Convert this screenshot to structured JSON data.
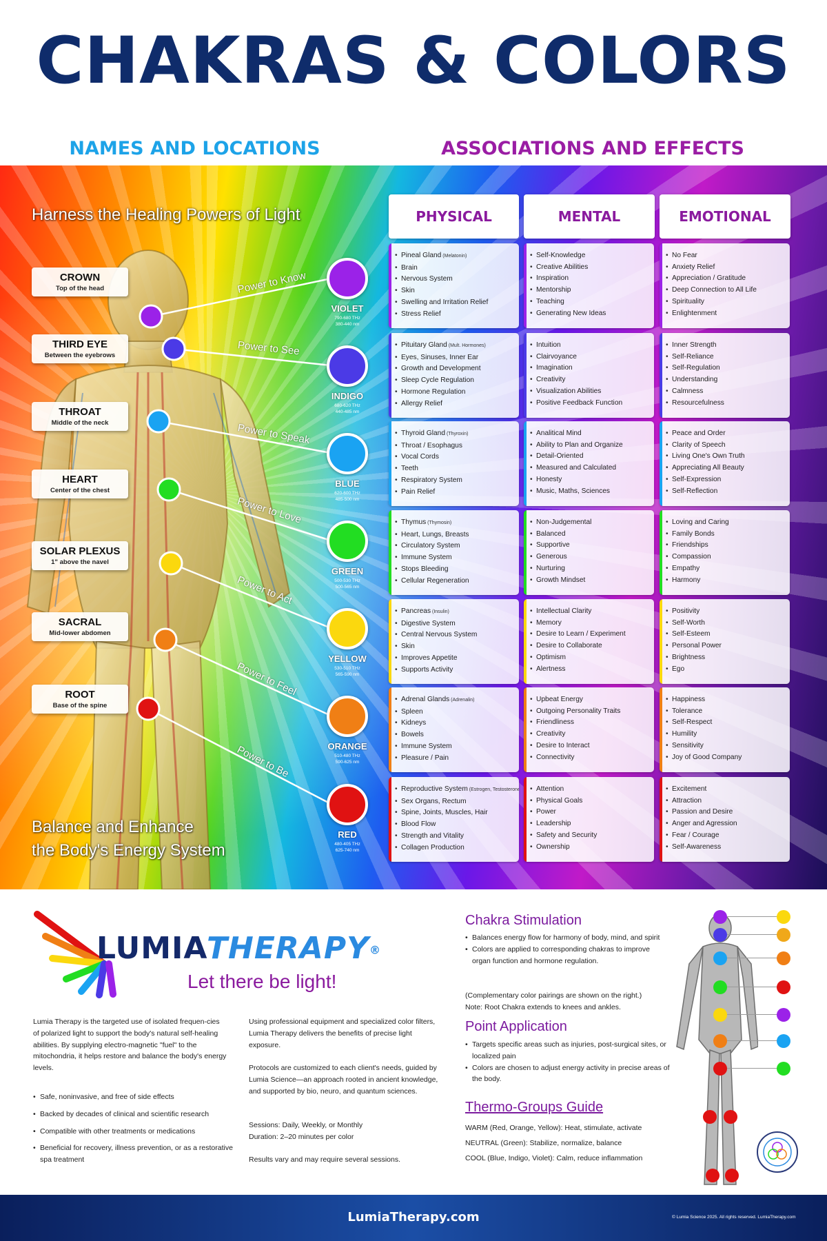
{
  "header": {
    "title": "CHAKRAS & COLORS",
    "left_subtitle": "NAMES AND LOCATIONS",
    "right_subtitle": "ASSOCIATIONS AND EFFECTS"
  },
  "band": {
    "harness": "Harness the Healing Powers of Light",
    "balance_line1": "Balance and Enhance",
    "balance_line2": "the Body's Energy System"
  },
  "column_headers": [
    "PHYSICAL",
    "MENTAL",
    "EMOTIONAL"
  ],
  "chakras": [
    {
      "name": "CROWN",
      "location": "Top of the head",
      "power": "Power to Know",
      "color_name": "VIOLET",
      "freq1": "790-680 THz",
      "freq2": "380-440 nm",
      "color": "#9b22e8",
      "physical": [
        "Pineal Gland",
        "Brain",
        "Nervous System",
        "Skin",
        "Swelling and Irritation Relief",
        "Stress Relief"
      ],
      "physical_note": "(Melatonin)",
      "mental": [
        "Self-Knowledge",
        "Creative Abilities",
        "Inspiration",
        "Mentorship",
        "Teaching",
        "Generating New Ideas"
      ],
      "emotional": [
        "No Fear",
        "Anxiety Relief",
        "Appreciation / Gratitude",
        "Deep Connection to All Life",
        "Spirituality",
        "Enlightenment"
      ]
    },
    {
      "name": "THIRD EYE",
      "location": "Between the eyebrows",
      "power": "Power to See",
      "color_name": "INDIGO",
      "freq1": "680-620 THz",
      "freq2": "440-485 nm",
      "color": "#4b3ae6",
      "physical": [
        "Pituitary Gland",
        "Eyes, Sinuses, Inner Ear",
        "Growth and Development",
        "Sleep Cycle Regulation",
        "Hormone Regulation",
        "Allergy Relief"
      ],
      "physical_note": "(Mult. Hormones)",
      "mental": [
        "Intuition",
        "Clairvoyance",
        "Imagination",
        "Creativity",
        "Visualization Abilities",
        "Positive Feedback Function"
      ],
      "emotional": [
        "Inner Strength",
        "Self-Reliance",
        "Self-Regulation",
        "Understanding",
        "Calmness",
        "Resourcefulness"
      ]
    },
    {
      "name": "THROAT",
      "location": "Middle of the neck",
      "power": "Power to Speak",
      "color_name": "BLUE",
      "freq1": "620-600 THz",
      "freq2": "485-500 nm",
      "color": "#1aa3f2",
      "physical": [
        "Thyroid Gland",
        "Throat / Esophagus",
        "Vocal Cords",
        "Teeth",
        "Respiratory System",
        "Pain Relief"
      ],
      "physical_note": "(Thyroxin)",
      "mental": [
        "Analitical Mind",
        "Ability to Plan and Organize",
        "Detail-Oriented",
        "Measured and Calculated",
        "Honesty",
        "Music, Maths, Sciences"
      ],
      "emotional": [
        "Peace and Order",
        "Clarity of Speech",
        "Living One's Own Truth",
        "Appreciating All Beauty",
        "Self-Expression",
        "Self-Reflection"
      ]
    },
    {
      "name": "HEART",
      "location": "Center of the chest",
      "power": "Power to Love",
      "color_name": "GREEN",
      "freq1": "500-530 THz",
      "freq2": "500-565 nm",
      "color": "#22dd22",
      "physical": [
        "Thymus",
        "Heart, Lungs, Breasts",
        "Circulatory System",
        "Immune System",
        "Stops Bleeding",
        "Cellular Regeneration"
      ],
      "physical_note": "(Thymosin)",
      "mental": [
        "Non-Judgemental",
        "Balanced",
        "Supportive",
        "Generous",
        "Nurturing",
        "Growth Mindset"
      ],
      "emotional": [
        "Loving and Caring",
        "Family Bonds",
        "Friendships",
        "Compassion",
        "Empathy",
        "Harmony"
      ]
    },
    {
      "name": "SOLAR PLEXUS",
      "location": "1\" above the navel",
      "power": "Power to Act",
      "color_name": "YELLOW",
      "freq1": "530-510 THz",
      "freq2": "565-590 nm",
      "color": "#fbd80e",
      "physical": [
        "Pancreas",
        "Digestive System",
        "Central Nervous System",
        "Skin",
        "Improves Appetite",
        "Supports Activity"
      ],
      "physical_note": "(Insulin)",
      "mental": [
        "Intellectual Clarity",
        "Memory",
        "Desire to Learn / Experiment",
        "Desire to Collaborate",
        "Optimism",
        "Alertness"
      ],
      "emotional": [
        "Positivity",
        "Self-Worth",
        "Self-Esteem",
        "Personal Power",
        "Brightness",
        "Ego"
      ]
    },
    {
      "name": "SACRAL",
      "location": "Mid-lower abdomen",
      "power": "Power to Feel",
      "color_name": "ORANGE",
      "freq1": "510-480 THz",
      "freq2": "590-625 nm",
      "color": "#f07f15",
      "physical": [
        "Adrenal Glands",
        "Spleen",
        "Kidneys",
        "Bowels",
        "Immune System",
        "Pleasure / Pain"
      ],
      "physical_note": "(Adrenalin)",
      "mental": [
        "Upbeat Energy",
        "Outgoing Personality Traits",
        "Friendliness",
        "Creativity",
        "Desire to Interact",
        "Connectivity"
      ],
      "emotional": [
        "Happiness",
        "Tolerance",
        "Self-Respect",
        "Humility",
        "Sensitivity",
        "Joy of Good Company"
      ]
    },
    {
      "name": "ROOT",
      "location": "Base of the spine",
      "power": "Power to Be",
      "color_name": "RED",
      "freq1": "480-405 THz",
      "freq2": "625-740 nm",
      "color": "#e01212",
      "physical": [
        "Reproductive System",
        "Sex Organs, Rectum",
        "Spine, Joints, Muscles, Hair",
        "Blood Flow",
        "Strength and Vitality",
        "Collagen Production"
      ],
      "physical_note": "(Estrogen, Testosterone)",
      "mental": [
        "Attention",
        "Physical Goals",
        "Power",
        "Leadership",
        "Safety and Security",
        "Ownership"
      ],
      "emotional": [
        "Excitement",
        "Attraction",
        "Passion and Desire",
        "Anger and Agression",
        "Fear / Courage",
        "Self-Awareness"
      ]
    }
  ],
  "brand": {
    "name_part1": "LUMIA",
    "name_part2": "THERAPY",
    "registered": "®",
    "tagline": "Let there be light!"
  },
  "intro": {
    "para1": "Lumia Therapy is the targeted use of isolated frequen-cies of polarized light to support the body's natural self-healing abilities. By supplying electro-magnetic \"fuel\" to the mitochondria, it helps restore and balance the body's energy levels.",
    "bullets": [
      "Safe, noninvasive, and free of side effects",
      "Backed by decades of clinical and scientific research",
      "Compatible with other treatments or medications",
      "Beneficial for recovery, illness prevention, or as a restorative spa treatment"
    ],
    "para2": "Using professional equipment and specialized color filters, Lumia Therapy delivers the benefits of precise light exposure.",
    "para3": "Protocols are customized to each client's needs, guided by Lumia Science—an approach rooted in ancient knowledge, and supported by bio, neuro, and quantum sciences.",
    "sessions": "Sessions: Daily, Weekly, or Monthly",
    "duration": "Duration: 2–20 minutes per color",
    "results": "Results vary and may require several sessions."
  },
  "stimulation": {
    "title": "Chakra Stimulation",
    "bullets": [
      "Balances energy flow for harmony of body, mind, and spirit",
      "Colors are applied to corresponding chakras to improve organ function and hormone regulation."
    ],
    "note1": "(Complementary color pairings are shown on the right.)",
    "note2": "Note: Root Chakra extends to knees and ankles."
  },
  "point": {
    "title": "Point Application",
    "bullets": [
      "Targets specific areas such as injuries, post-surgical sites, or localized pain",
      "Colors are chosen to adjust energy activity in precise areas of the body."
    ]
  },
  "thermo": {
    "title": "Thermo-Groups Guide",
    "warm": "WARM (Red, Orange, Yellow): Heat, stimulate, activate",
    "neutral": "NEUTRAL (Green): Stabilize, normalize, balance",
    "cool": "COOL (Blue, Indigo, Violet): Calm, reduce inflammation"
  },
  "pairings": {
    "left": [
      "#9b22e8",
      "#4b3ae6",
      "#1aa3f2",
      "#22dd22",
      "#fbd80e",
      "#f07f15",
      "#e01212"
    ],
    "right": [
      "#fbd80e",
      "#f0a81a",
      "#f07f15",
      "#e01212",
      "#9b22e8",
      "#1aa3f2",
      "#22dd22"
    ]
  },
  "footer": {
    "url": "LumiaTherapy.com",
    "copyright": "© Lumia Science 2025. All rights reserved. LumiaTherapy.com"
  }
}
